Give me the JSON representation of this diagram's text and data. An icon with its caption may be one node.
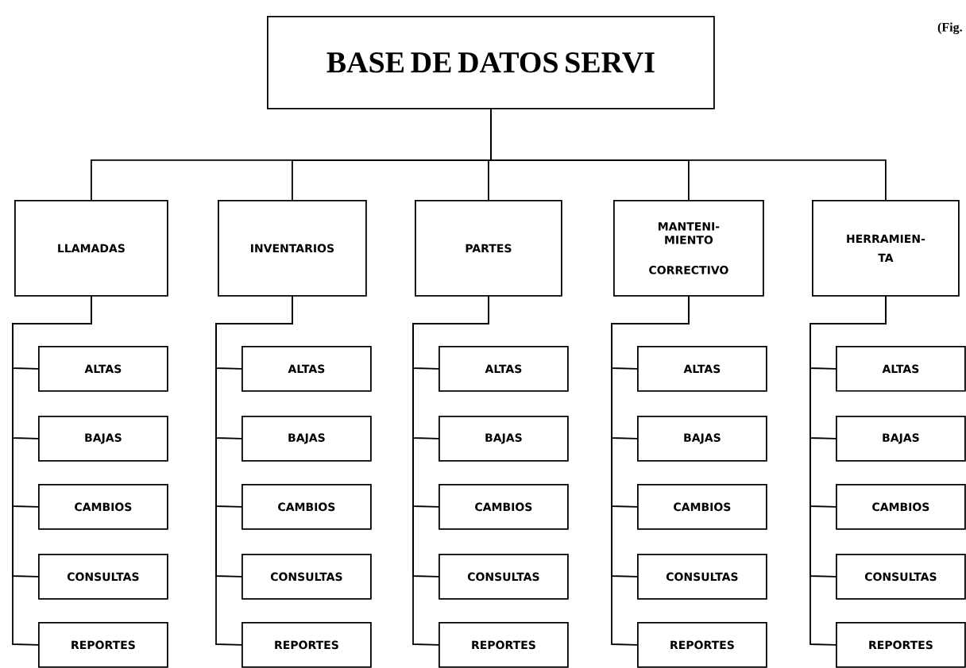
{
  "diagram": {
    "nodes": [
      {
        "text": [
          "BASE DE DATOS SERVI"
        ]
      },
      {
        "text": [
          "LLAMADAS"
        ]
      },
      {
        "text": [
          "INVENTARIOS"
        ]
      },
      {
        "text": [
          "PARTES"
        ]
      },
      {
        "text": [
          "MANTENI- MIENTO",
          "CORRECTIVO"
        ]
      },
      {
        "text": [
          "HERRAMIEN- TA"
        ]
      },
      {
        "text": [
          "ALTAS"
        ]
      },
      {
        "text": [
          "BAJAS"
        ]
      },
      {
        "text": [
          "CAMBIOS"
        ]
      },
      {
        "text": [
          "CONSULTAS"
        ]
      },
      {
        "text": [
          "REPORTES"
        ]
      },
      {
        "text": [
          "ALTAS"
        ]
      },
      {
        "text": [
          "BAJAS"
        ]
      },
      {
        "text": [
          "CAMBIOS"
        ]
      },
      {
        "text": [
          "CONSULTAS"
        ]
      },
      {
        "text": [
          "REPORTES"
        ]
      },
      {
        "text": [
          "ALTAS"
        ]
      },
      {
        "text": [
          "BAJAS"
        ]
      },
      {
        "text": [
          "CAMBIOS"
        ]
      },
      {
        "text": [
          "CONSULTAS"
        ]
      },
      {
        "text": [
          "REPORTES"
        ]
      },
      {
        "text": [
          "ALTAS"
        ]
      },
      {
        "text": [
          "BAJAS"
        ]
      },
      {
        "text": [
          "CAMBIOS"
        ]
      },
      {
        "text": [
          "CONSULTAS"
        ]
      },
      {
        "text": [
          "REPORTES"
        ]
      },
      {
        "text": [
          "ALTAS"
        ]
      },
      {
        "text": [
          "BAJAS"
        ]
      },
      {
        "text": [
          "CAMBIOS"
        ]
      },
      {
        "text": [
          "CONSULTAS"
        ]
      },
      {
        "text": [
          "REPORTES"
        ]
      }
    ],
    "edges": [
      {
        "from": 0,
        "to": 1,
        "arrow": "none"
      },
      {
        "from": 0,
        "to": 2,
        "arrow": "none"
      },
      {
        "from": 0,
        "to": 3,
        "arrow": "none"
      },
      {
        "from": 0,
        "to": 4,
        "arrow": "none"
      },
      {
        "from": 0,
        "to": 5,
        "arrow": "none"
      },
      {
        "from": 1,
        "to": 6,
        "arrow": "none"
      },
      {
        "from": 1,
        "to": 7,
        "arrow": "none"
      },
      {
        "from": 1,
        "to": 8,
        "arrow": "none"
      },
      {
        "from": 1,
        "to": 9,
        "arrow": "none"
      },
      {
        "from": 1,
        "to": 10,
        "arrow": "none"
      },
      {
        "from": 2,
        "to": 11,
        "arrow": "none"
      },
      {
        "from": 2,
        "to": 12,
        "arrow": "none"
      },
      {
        "from": 2,
        "to": 13,
        "arrow": "none"
      },
      {
        "from": 2,
        "to": 14,
        "arrow": "none"
      },
      {
        "from": 2,
        "to": 15,
        "arrow": "none"
      },
      {
        "from": 3,
        "to": 16,
        "arrow": "none"
      },
      {
        "from": 3,
        "to": 17,
        "arrow": "none"
      },
      {
        "from": 3,
        "to": 18,
        "arrow": "none"
      },
      {
        "from": 3,
        "to": 19,
        "arrow": "none"
      },
      {
        "from": 3,
        "to": 20,
        "arrow": "none"
      },
      {
        "from": 4,
        "to": 21,
        "arrow": "none"
      },
      {
        "from": 4,
        "to": 22,
        "arrow": "none"
      },
      {
        "from": 4,
        "to": 23,
        "arrow": "none"
      },
      {
        "from": 4,
        "to": 24,
        "arrow": "none"
      },
      {
        "from": 4,
        "to": 25,
        "arrow": "none"
      },
      {
        "from": 5,
        "to": 26,
        "arrow": "none"
      },
      {
        "from": 5,
        "to": 27,
        "arrow": "none"
      },
      {
        "from": 5,
        "to": 28,
        "arrow": "none"
      },
      {
        "from": 5,
        "to": 29,
        "arrow": "none"
      },
      {
        "from": 5,
        "to": 30,
        "arrow": "none"
      }
    ],
    "labels": [
      "(Fig."
    ]
  }
}
